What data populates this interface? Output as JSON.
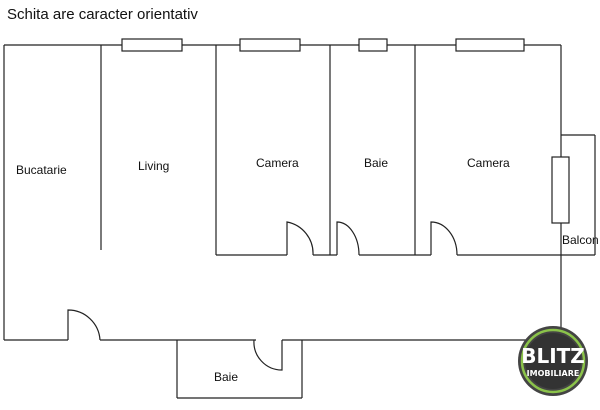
{
  "header": {
    "note": "Schita are caracter orientativ"
  },
  "rooms": {
    "kitchen": "Bucatarie",
    "living": "Living",
    "bedroom_1": "Camera",
    "bath_1": "Baie",
    "bedroom_2": "Camera",
    "balcony": "Balcon",
    "bath_2": "Baie"
  },
  "logo": {
    "title": "BLITZ",
    "subtitle": "IMOBILIARE",
    "ring_color": "#8bc34a"
  }
}
